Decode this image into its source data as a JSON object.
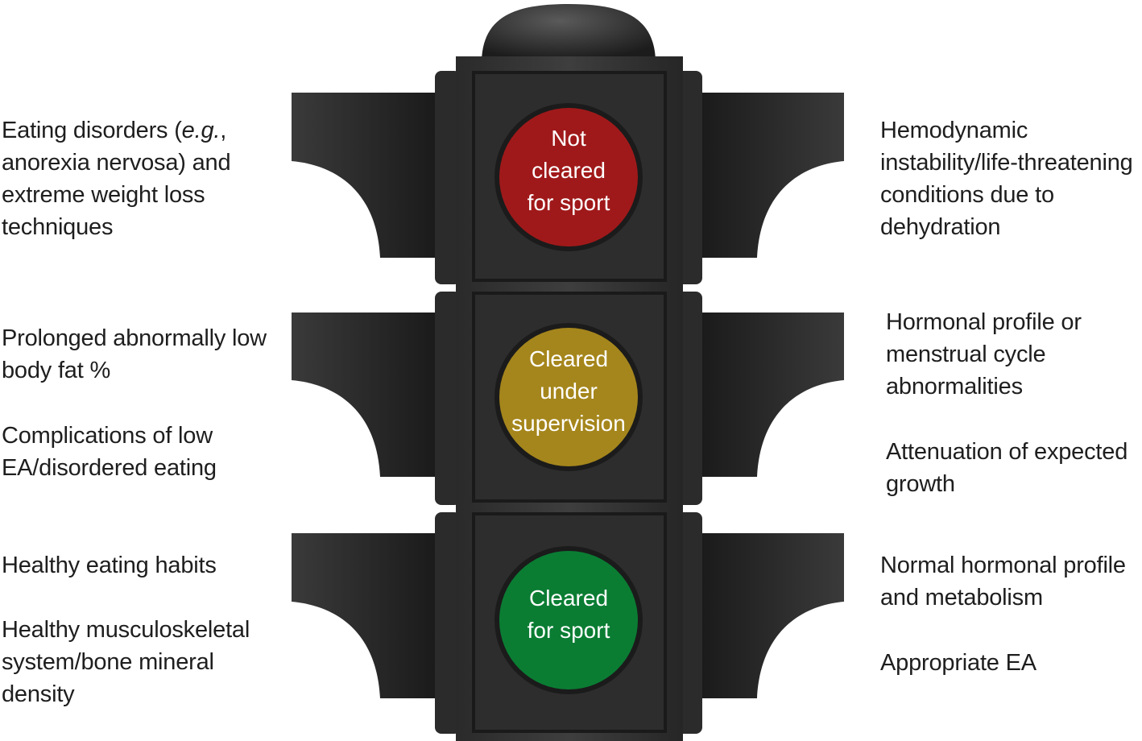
{
  "lamps": {
    "red": {
      "label": "Not\ncleared\nfor sport",
      "color": "#a0191a"
    },
    "amber": {
      "label": "Cleared\nunder\nsupervision",
      "color": "#a5861c"
    },
    "green": {
      "label": "Cleared\nfor sport",
      "color": "#0a7d33"
    }
  },
  "left_criteria": {
    "red": [
      "Eating disorders (e.g.,",
      "anorexia nervosa) and",
      "extreme weight loss",
      "techniques"
    ],
    "amber_1": [
      "Prolonged abnormally low",
      "body fat %"
    ],
    "amber_2": [
      "Complications of low",
      "EA/disordered eating"
    ],
    "green_1": [
      "Healthy eating habits"
    ],
    "green_2": [
      "Healthy musculoskeletal",
      "system/bone mineral",
      "density"
    ]
  },
  "right_criteria": {
    "red": [
      "Hemodynamic",
      "instability/life-threatening",
      "conditions due to",
      "dehydration"
    ],
    "amber_1": [
      "Hormonal profile or",
      "menstrual cycle",
      "abnormalities"
    ],
    "amber_2": [
      "Attenuation of expected",
      "growth"
    ],
    "green_1": [
      "Normal hormonal profile",
      "and metabolism"
    ],
    "green_2": [
      "Appropriate EA"
    ]
  },
  "colors": {
    "housing": "#3a3a3a",
    "housing_dark": "#1f1f1f",
    "visor": "#454545"
  }
}
